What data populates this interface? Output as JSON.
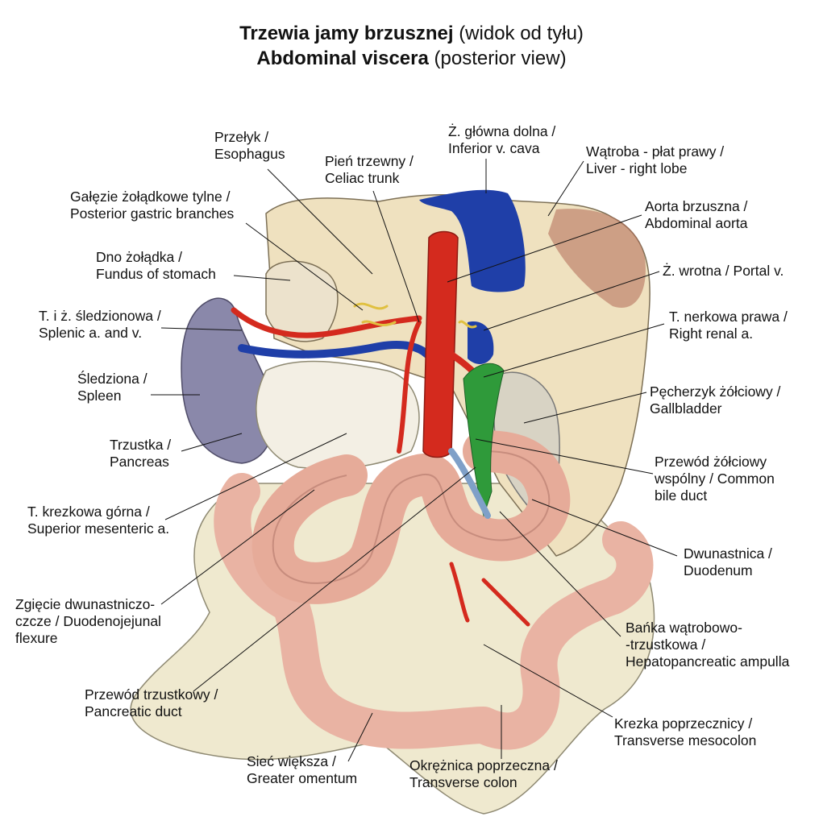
{
  "title": {
    "pl_bold": "Trzewia jamy brzusznej",
    "pl_normal": "(widok od tyłu)",
    "en_bold": "Abdominal viscera",
    "en_normal": "(posterior view)"
  },
  "labels": [
    {
      "id": "esophagus",
      "lines": [
        "Przełyk /",
        "Esophagus"
      ]
    },
    {
      "id": "ivc",
      "lines": [
        "Ż. główna dolna /",
        "Inferior v. cava"
      ]
    },
    {
      "id": "celiac",
      "lines": [
        "Pień trzewny /",
        "Celiac trunk"
      ]
    },
    {
      "id": "liver",
      "lines": [
        "Wątroba - płat prawy /",
        "Liver - right lobe"
      ]
    },
    {
      "id": "gastric",
      "lines": [
        "Gałęzie żołądkowe tylne /",
        "Posterior gastric branches"
      ]
    },
    {
      "id": "aorta",
      "lines": [
        "Aorta brzuszna /",
        "Abdominal aorta"
      ]
    },
    {
      "id": "fundus",
      "lines": [
        "Dno żołądka /",
        "Fundus of stomach"
      ]
    },
    {
      "id": "portal",
      "lines": [
        "Ż. wrotna / Portal v."
      ]
    },
    {
      "id": "splenic",
      "lines": [
        "T. i ż. śledzionowa /",
        "Splenic a. and v."
      ]
    },
    {
      "id": "renal",
      "lines": [
        "T. nerkowa prawa /",
        "Right renal a."
      ]
    },
    {
      "id": "spleen",
      "lines": [
        "Śledziona /",
        "Spleen"
      ]
    },
    {
      "id": "gallbladder",
      "lines": [
        "Pęcherzyk żółciowy /",
        "Gallbladder"
      ]
    },
    {
      "id": "pancreas",
      "lines": [
        "Trzustka /",
        "Pancreas"
      ]
    },
    {
      "id": "bileduct",
      "lines": [
        "Przewód żółciowy",
        "wspólny / Common",
        "bile duct"
      ]
    },
    {
      "id": "sma",
      "lines": [
        "T. krezkowa górna /",
        "Superior mesenteric a."
      ]
    },
    {
      "id": "duodenum",
      "lines": [
        "Dwunastnica /",
        "Duodenum"
      ]
    },
    {
      "id": "flexure",
      "lines": [
        "Zgięcie dwunastniczo-",
        "czcze / Duodenojejunal",
        "flexure"
      ]
    },
    {
      "id": "ampulla",
      "lines": [
        "Bańka wątrobowo-",
        "-trzustkowa /",
        "Hepatopancreatic ampulla"
      ]
    },
    {
      "id": "pancduct",
      "lines": [
        "Przewód trzustkowy /",
        "Pancreatic duct"
      ]
    },
    {
      "id": "mesocolon",
      "lines": [
        "Krezka poprzecznicy /",
        "Transverse mesocolon"
      ]
    },
    {
      "id": "omentum",
      "lines": [
        "Sieć większa /",
        "Greater omentum"
      ]
    },
    {
      "id": "colon",
      "lines": [
        "Okrężnica poprzeczna /",
        "Transverse colon"
      ]
    }
  ],
  "colors": {
    "artery": "#d42a1e",
    "vein": "#1f3fa8",
    "bile": "#2f9a3a",
    "liver": "#efe1bf",
    "intestine": "#e9b3a3",
    "omentum": "#efe9cf",
    "spleen": "#8a88aa"
  }
}
